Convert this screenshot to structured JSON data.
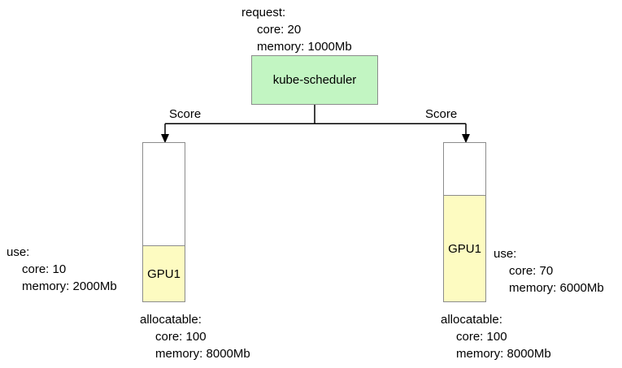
{
  "colors": {
    "background": "#ffffff",
    "scheduler_fill": "#c2f5c2",
    "gpu_fill": "#fdfbc1",
    "box_border": "#8c8c8c",
    "connector_line": "#000000",
    "text": "#000000"
  },
  "scheduler": {
    "label": "kube-scheduler",
    "request": {
      "title": "request:",
      "lines": [
        "core: 20",
        "memory: 1000Mb"
      ]
    }
  },
  "edges": {
    "left_label": "Score",
    "right_label": "Score"
  },
  "nodes": {
    "left": {
      "gpu_label": "GPU1",
      "use": {
        "title": "use:",
        "lines": [
          "core: 10",
          "memory: 2000Mb"
        ]
      },
      "allocatable": {
        "title": "allocatable:",
        "lines": [
          "core: 100",
          "memory: 8000Mb"
        ]
      }
    },
    "right": {
      "gpu_label": "GPU1",
      "use": {
        "title": "use:",
        "lines": [
          "core: 70",
          "memory: 6000Mb"
        ]
      },
      "allocatable": {
        "title": "allocatable:",
        "lines": [
          "core: 100",
          "memory: 8000Mb"
        ]
      }
    }
  }
}
